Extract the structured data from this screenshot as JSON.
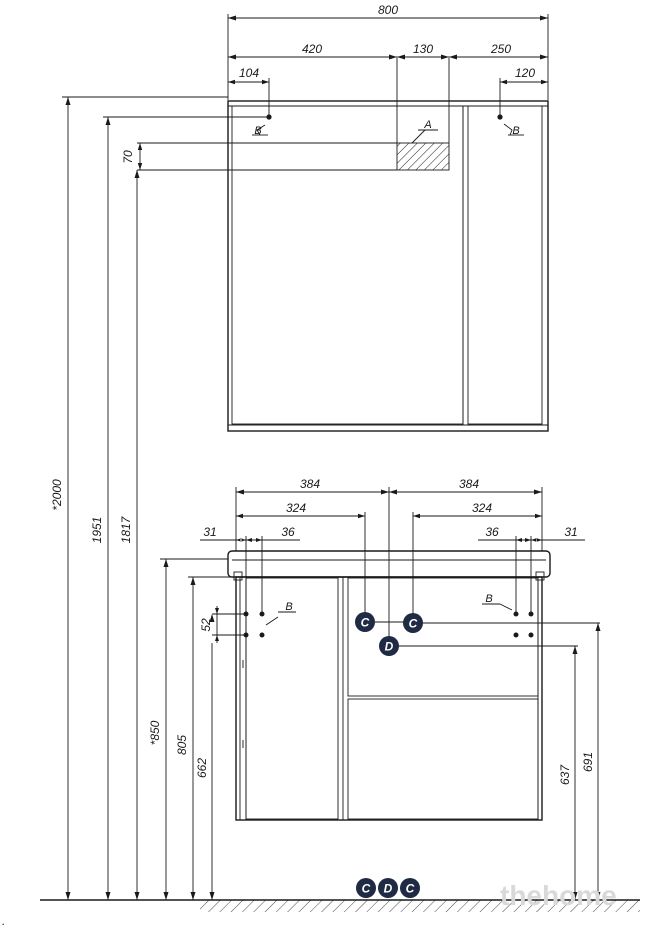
{
  "mirror": {
    "width": "800",
    "w_left": "420",
    "w_mid": "130",
    "w_right": "250",
    "off_left": "104",
    "off_right": "120",
    "h_a": "70",
    "label_a": "A",
    "label_b_left": "B",
    "label_b_right": "B"
  },
  "cabinet": {
    "half_left": "384",
    "half_right": "384",
    "inner_left": "324",
    "inner_right": "324",
    "edge_left": "31",
    "gap_left": "36",
    "gap_right": "36",
    "edge_right": "31",
    "hole_spacing": "52",
    "label_b_left": "B",
    "label_b_right": "B",
    "marker_c": "C",
    "marker_d": "D"
  },
  "heights": {
    "total": "*2000",
    "h1951": "1951",
    "h1817": "1817",
    "h850": "*850",
    "h805": "805",
    "h662": "662",
    "h637": "637",
    "h691": "691"
  },
  "floor_markers": [
    "C",
    "D",
    "C"
  ],
  "watermark": "thehome",
  "corner_mark": "."
}
